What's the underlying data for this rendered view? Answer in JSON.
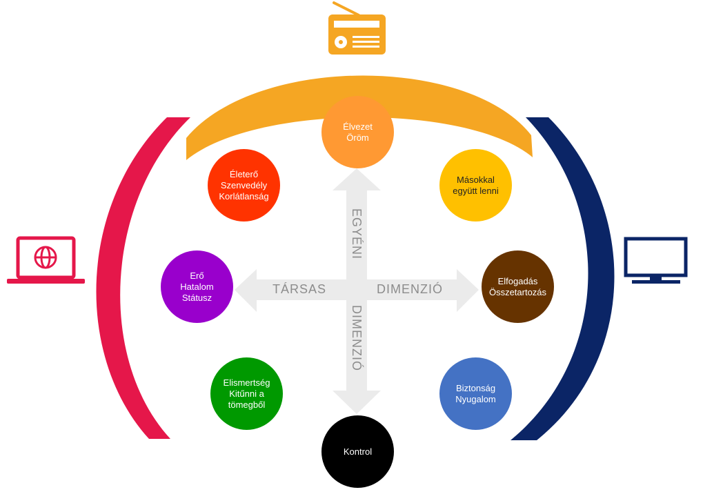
{
  "colors": {
    "radio": "#F5A623",
    "laptop": "#E5174A",
    "tv": "#0B2566",
    "arrow": "#EBEBEB",
    "axis_text": "#8C8C8C"
  },
  "icons": {
    "top": "radio-icon",
    "left": "laptop-globe-icon",
    "right": "tv-monitor-icon"
  },
  "axes": {
    "top": "EGYÉNI",
    "bottom": "DIMENZIÓ",
    "left": "TÁRSAS",
    "right": "DIMENZIÓ"
  },
  "nodes": [
    {
      "id": "elvezet",
      "lines": [
        "Élvezet",
        "Öröm"
      ],
      "color": "#FF9933",
      "text": "#ffffff"
    },
    {
      "id": "eletero",
      "lines": [
        "Életerő",
        "Szenvedély",
        "Korlátlanság"
      ],
      "color": "#FF3300",
      "text": "#ffffff"
    },
    {
      "id": "masokkal",
      "lines": [
        "Másokkal",
        "együtt lenni"
      ],
      "color": "#FFC000",
      "text": "#222222"
    },
    {
      "id": "ero",
      "lines": [
        "Erő",
        "Hatalom",
        "Státusz"
      ],
      "color": "#9900CC",
      "text": "#ffffff"
    },
    {
      "id": "elfogadas",
      "lines": [
        "Elfogadás",
        "Összetartozás"
      ],
      "color": "#663300",
      "text": "#ffffff"
    },
    {
      "id": "elismertseg",
      "lines": [
        "Elismertség",
        "Kitűnni a",
        "tömegből"
      ],
      "color": "#009900",
      "text": "#ffffff"
    },
    {
      "id": "biztonsag",
      "lines": [
        "Biztonság",
        "Nyugalom"
      ],
      "color": "#4472C4",
      "text": "#ffffff"
    },
    {
      "id": "kontrol",
      "lines": [
        "Kontrol"
      ],
      "color": "#000000",
      "text": "#ffffff"
    }
  ]
}
